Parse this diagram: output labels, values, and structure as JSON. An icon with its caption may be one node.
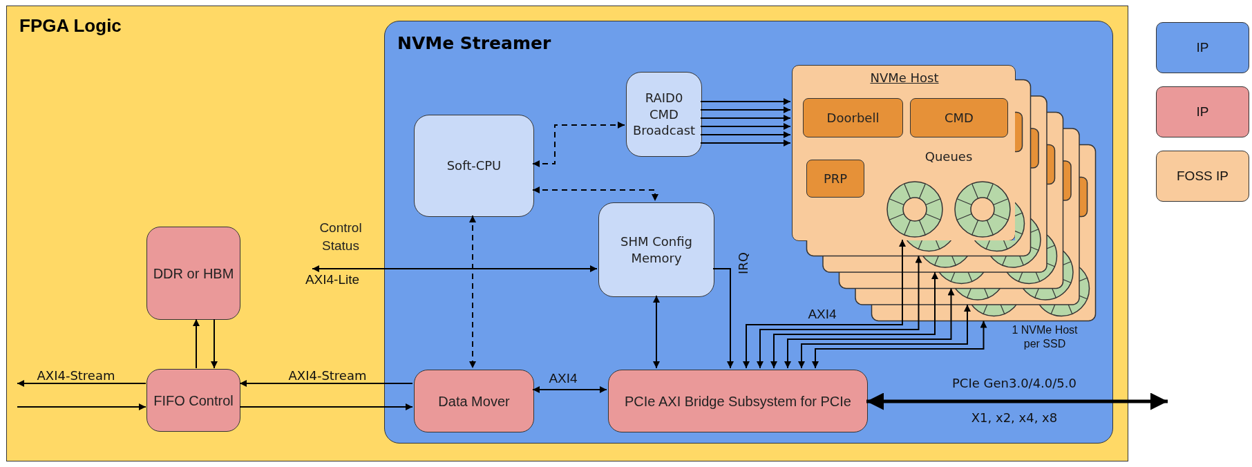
{
  "diagram": {
    "nodes": [
      {
        "text": [
          "FPGA Logic"
        ]
      },
      {
        "text": [
          "NVMe Streamer"
        ],
        "in": 0
      },
      {
        "text": [
          "Soft-CPU"
        ],
        "in": 1
      },
      {
        "text": [
          "RAID0 CMD Broadcast"
        ],
        "in": 1
      },
      {
        "text": [
          "NVMe Host",
          "Queues"
        ],
        "in": 1
      },
      {
        "text": [
          "Doorbell"
        ],
        "in": 4
      },
      {
        "text": [
          "CMD"
        ],
        "in": 4
      },
      {
        "text": [
          "PRP"
        ],
        "in": 4
      },
      {
        "text": [
          "Control Status"
        ],
        "in": 0
      },
      {
        "text": [
          "SHM Config Memory"
        ],
        "in": 1
      },
      {
        "text": [
          "DDR or HBM"
        ],
        "in": 0
      },
      {
        "text": [
          "FIFO Control"
        ],
        "in": 0
      },
      {
        "text": [
          "Data Mover"
        ],
        "in": 1
      },
      {
        "text": [
          "PCIe AXI Bridge Subsystem for PCIe"
        ],
        "in": 1
      }
    ],
    "edges": [
      {
        "from": 2,
        "to": 3,
        "arrow": "both",
        "style": "dashed"
      },
      {
        "from": 2,
        "to": 9,
        "arrow": "both",
        "style": "dashed"
      },
      {
        "from": 2,
        "to": 12,
        "arrow": "both",
        "style": "dashed"
      },
      {
        "from": 3,
        "to": 4,
        "arrow": "to"
      },
      {
        "from": 3,
        "to": 4,
        "arrow": "to"
      },
      {
        "from": 3,
        "to": 4,
        "arrow": "to"
      },
      {
        "from": 3,
        "to": 4,
        "arrow": "to"
      },
      {
        "from": 3,
        "to": 4,
        "arrow": "to"
      },
      {
        "from": 3,
        "to": 4,
        "arrow": "to"
      },
      {
        "from": 8,
        "to": 9,
        "arrow": "both",
        "label": "AXI4-Lite"
      },
      {
        "from": 9,
        "to": 13,
        "arrow": "both"
      },
      {
        "from": 9,
        "to": 13,
        "arrow": "to",
        "label": "IRQ"
      },
      {
        "from": 13,
        "to": 4,
        "arrow": "both",
        "label": "AXI4"
      },
      {
        "from": 13,
        "to": 4,
        "arrow": "both"
      },
      {
        "from": 13,
        "to": 4,
        "arrow": "both"
      },
      {
        "from": 13,
        "to": 4,
        "arrow": "both"
      },
      {
        "from": 13,
        "to": 4,
        "arrow": "both"
      },
      {
        "from": 13,
        "to": 4,
        "arrow": "both"
      },
      {
        "from": 12,
        "to": 13,
        "arrow": "both",
        "label": "AXI4"
      },
      {
        "from": 13,
        "to": null,
        "arrow": "both",
        "style": "thick",
        "label": "PCIe Gen3.0/4.0/5.0"
      },
      {
        "from": 12,
        "to": 11,
        "arrow": "to",
        "label": "AXI4-Stream"
      },
      {
        "from": 11,
        "to": 12,
        "arrow": "to"
      },
      {
        "from": 11,
        "to": null,
        "arrow": "to",
        "label": "AXI4-Stream"
      },
      {
        "from": null,
        "to": 11,
        "arrow": "to"
      },
      {
        "from": 11,
        "to": 10,
        "arrow": "to"
      },
      {
        "from": 10,
        "to": 11,
        "arrow": "to"
      }
    ],
    "labels": [
      "X1, x2, x4, x8",
      "1 NVMe Host per SSD"
    ],
    "legend": [
      {
        "text": "IP",
        "color": "#6d9eeb"
      },
      {
        "text": "IP",
        "color": "#ea9999"
      },
      {
        "text": "FOSS IP",
        "color": "#f9cb9c"
      }
    ]
  }
}
